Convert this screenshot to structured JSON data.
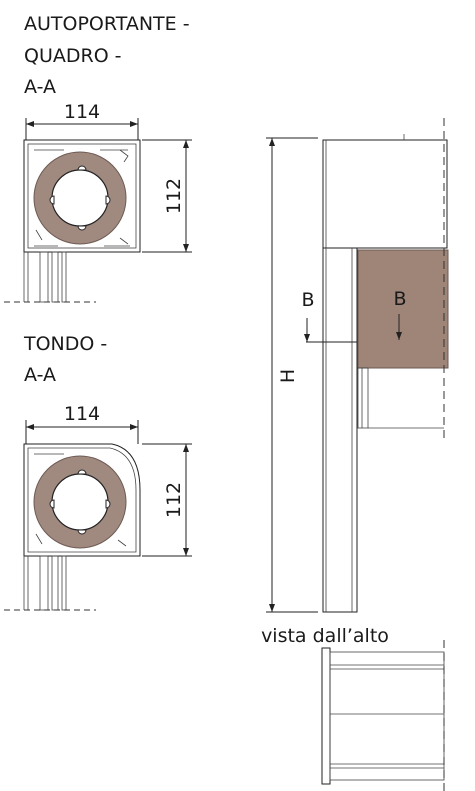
{
  "sections": {
    "top_title_line1": "AUTOPORTANTE -",
    "top_title_line2": "QUADRO -",
    "top_title_line3": "A-A",
    "bottom_title_line1": "TONDO -",
    "bottom_title_line2": "A-A"
  },
  "dimensions": {
    "top_width": "114",
    "top_height": "112",
    "bottom_width": "114",
    "bottom_height": "112",
    "overall_height": "H"
  },
  "markers": {
    "section_b_left": "B",
    "section_b_right": "B"
  },
  "views": {
    "top_view_label": "vista dall’alto"
  },
  "colors": {
    "roll_fill": "#a08a80",
    "box_fill": "#9e8578",
    "line": "#222222"
  }
}
